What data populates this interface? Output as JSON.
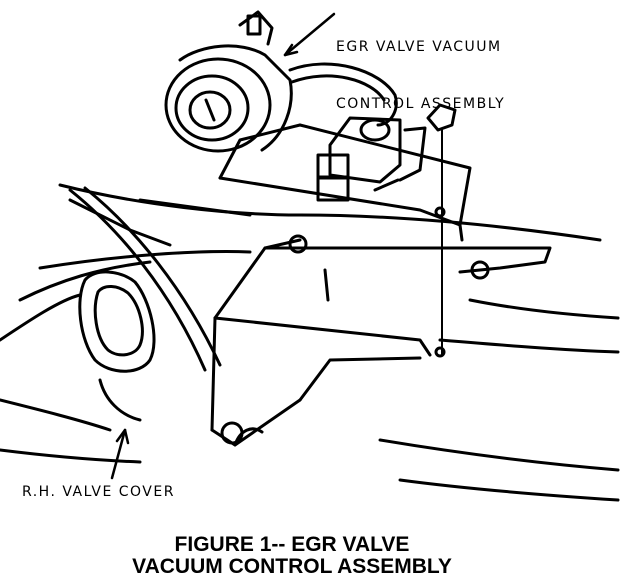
{
  "callouts": {
    "egr_valve_line1": "EGR VALVE VACUUM",
    "egr_valve_line2": "CONTROL ASSEMBLY",
    "valve_cover": "R.H. VALVE COVER"
  },
  "caption": {
    "line1": "FIGURE 1-- EGR VALVE",
    "line2": "VACUUM CONTROL ASSEMBLY"
  },
  "colors": {
    "ink": "#000000",
    "paper": "#ffffff"
  }
}
